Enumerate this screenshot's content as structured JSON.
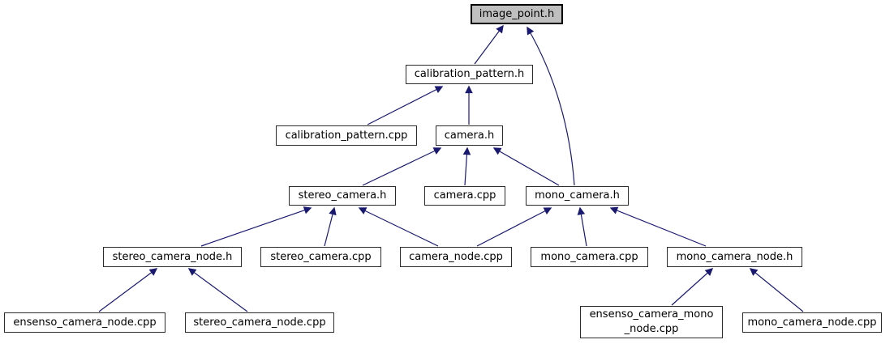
{
  "diagram": {
    "title": "include dependency graph",
    "edge_color": "#191970",
    "node_border_color": "#2b2b2b",
    "highlight_fill": "#bfbfbf",
    "nodes": [
      {
        "id": "image_point_h",
        "label": "image_point.h",
        "highlighted": true
      },
      {
        "id": "calibration_pattern_h",
        "label": "calibration_pattern.h",
        "highlighted": false
      },
      {
        "id": "calibration_pattern_cpp",
        "label": "calibration_pattern.cpp",
        "highlighted": false
      },
      {
        "id": "camera_h",
        "label": "camera.h",
        "highlighted": false
      },
      {
        "id": "stereo_camera_h",
        "label": "stereo_camera.h",
        "highlighted": false
      },
      {
        "id": "camera_cpp",
        "label": "camera.cpp",
        "highlighted": false
      },
      {
        "id": "mono_camera_h",
        "label": "mono_camera.h",
        "highlighted": false
      },
      {
        "id": "stereo_camera_node_h",
        "label": "stereo_camera_node.h",
        "highlighted": false
      },
      {
        "id": "stereo_camera_cpp",
        "label": "stereo_camera.cpp",
        "highlighted": false
      },
      {
        "id": "camera_node_cpp",
        "label": "camera_node.cpp",
        "highlighted": false
      },
      {
        "id": "mono_camera_cpp",
        "label": "mono_camera.cpp",
        "highlighted": false
      },
      {
        "id": "mono_camera_node_h",
        "label": "mono_camera_node.h",
        "highlighted": false
      },
      {
        "id": "ensenso_camera_node_cpp",
        "label": "ensenso_camera_node.cpp",
        "highlighted": false
      },
      {
        "id": "stereo_camera_node_cpp",
        "label": "stereo_camera_node.cpp",
        "highlighted": false
      },
      {
        "id": "ensenso_camera_mono_node_cpp",
        "label": "ensenso_camera_mono\n_node.cpp",
        "highlighted": false
      },
      {
        "id": "mono_camera_node_cpp",
        "label": "mono_camera_node.cpp",
        "highlighted": false
      }
    ],
    "edges": [
      {
        "from": "calibration_pattern_h",
        "to": "image_point_h"
      },
      {
        "from": "mono_camera_h",
        "to": "image_point_h"
      },
      {
        "from": "calibration_pattern_cpp",
        "to": "calibration_pattern_h"
      },
      {
        "from": "camera_h",
        "to": "calibration_pattern_h"
      },
      {
        "from": "stereo_camera_h",
        "to": "camera_h"
      },
      {
        "from": "camera_cpp",
        "to": "camera_h"
      },
      {
        "from": "mono_camera_h",
        "to": "camera_h"
      },
      {
        "from": "stereo_camera_node_h",
        "to": "stereo_camera_h"
      },
      {
        "from": "stereo_camera_cpp",
        "to": "stereo_camera_h"
      },
      {
        "from": "camera_node_cpp",
        "to": "stereo_camera_h"
      },
      {
        "from": "camera_node_cpp",
        "to": "mono_camera_h"
      },
      {
        "from": "mono_camera_cpp",
        "to": "mono_camera_h"
      },
      {
        "from": "mono_camera_node_h",
        "to": "mono_camera_h"
      },
      {
        "from": "ensenso_camera_node_cpp",
        "to": "stereo_camera_node_h"
      },
      {
        "from": "stereo_camera_node_cpp",
        "to": "stereo_camera_node_h"
      },
      {
        "from": "ensenso_camera_mono_node_cpp",
        "to": "mono_camera_node_h"
      },
      {
        "from": "mono_camera_node_cpp",
        "to": "mono_camera_node_h"
      }
    ]
  }
}
